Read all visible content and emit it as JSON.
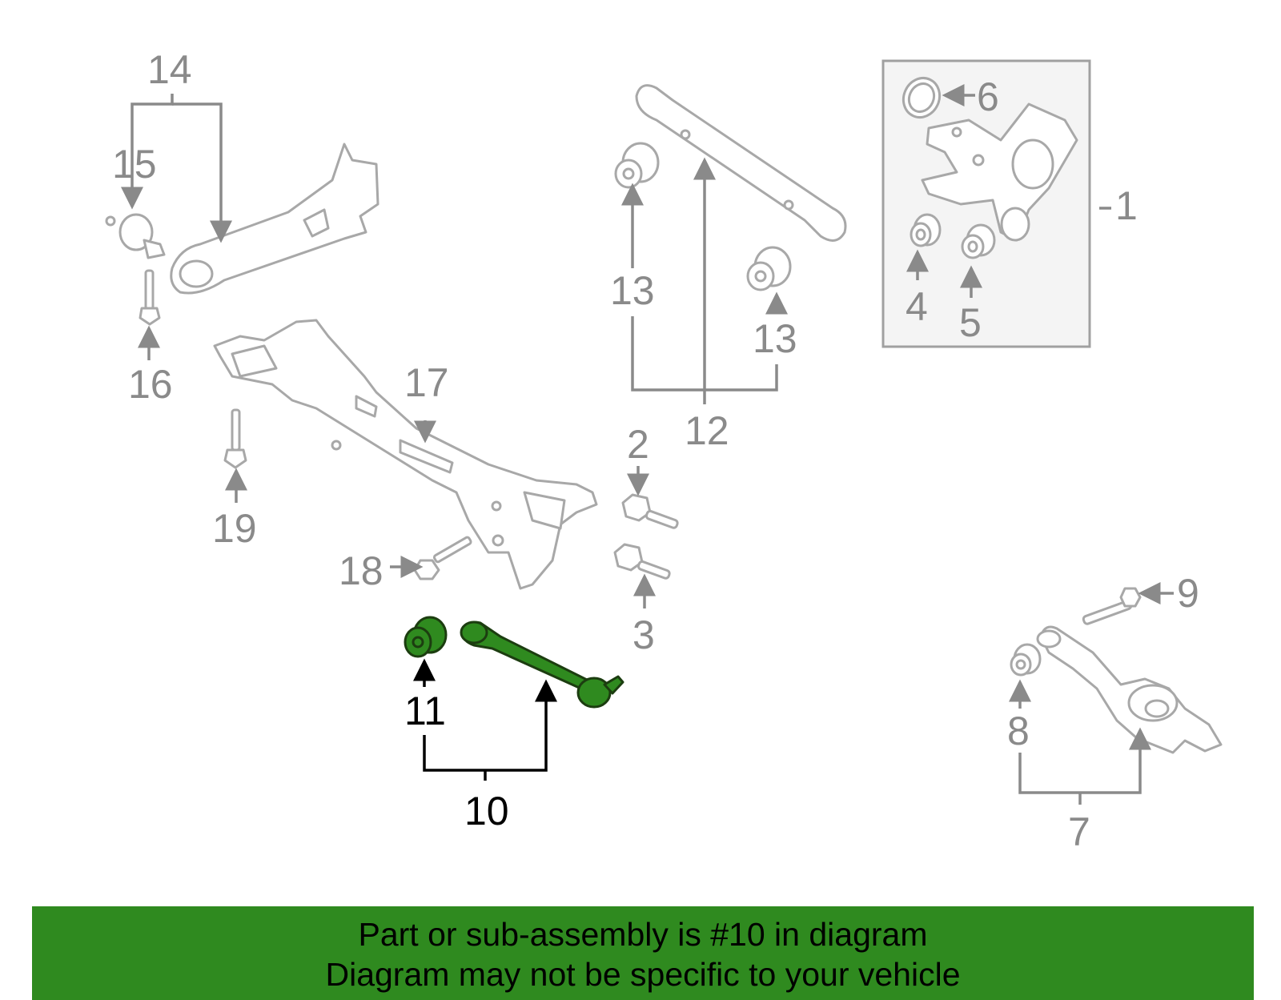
{
  "callouts": [
    {
      "id": "c1",
      "label": "1"
    },
    {
      "id": "c2",
      "label": "2"
    },
    {
      "id": "c3",
      "label": "3"
    },
    {
      "id": "c4",
      "label": "4"
    },
    {
      "id": "c5",
      "label": "5"
    },
    {
      "id": "c6",
      "label": "6"
    },
    {
      "id": "c7",
      "label": "7"
    },
    {
      "id": "c8",
      "label": "8"
    },
    {
      "id": "c9",
      "label": "9"
    },
    {
      "id": "c10",
      "label": "10"
    },
    {
      "id": "c11",
      "label": "11"
    },
    {
      "id": "c12",
      "label": "12"
    },
    {
      "id": "c13a",
      "label": "13"
    },
    {
      "id": "c13b",
      "label": "13"
    },
    {
      "id": "c14",
      "label": "14"
    },
    {
      "id": "c15",
      "label": "15"
    },
    {
      "id": "c16",
      "label": "16"
    },
    {
      "id": "c17",
      "label": "17"
    },
    {
      "id": "c18",
      "label": "18"
    },
    {
      "id": "c19",
      "label": "19"
    }
  ],
  "highlighted_part": "10",
  "colors": {
    "highlight": "#2f8a1f",
    "outline": "#a8a8a8",
    "callout": "#8a8a8a",
    "banner": "#2f8a1f"
  },
  "banner": {
    "line1": "Part or sub-assembly is #10 in diagram",
    "line2": "Diagram may not be specific to your vehicle"
  }
}
